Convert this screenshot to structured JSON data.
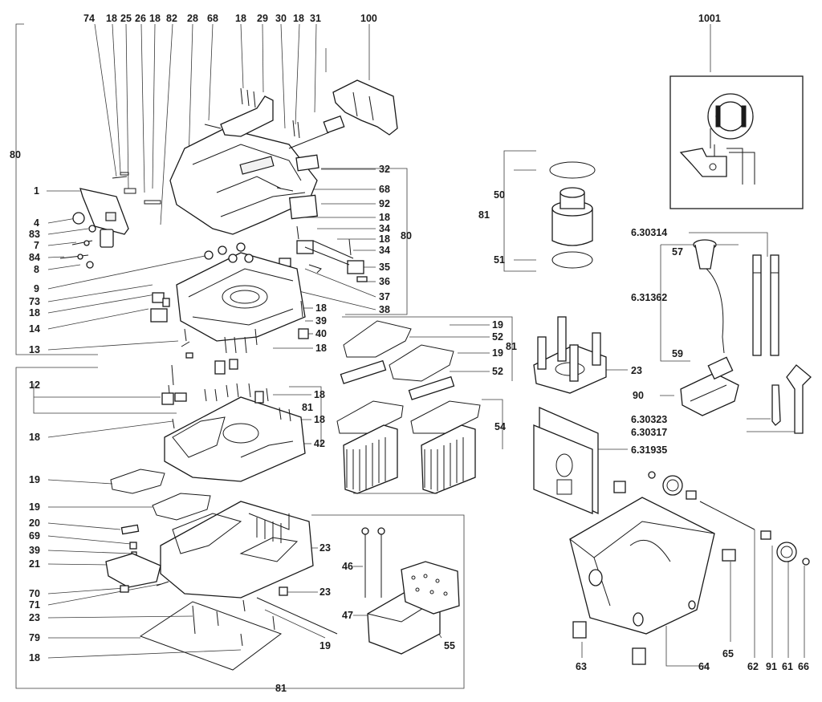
{
  "labels": {
    "l74": "74",
    "l18a": "18",
    "l25": "25",
    "l26": "26",
    "l18b": "18",
    "l82": "82",
    "l28": "28",
    "l68a": "68",
    "l18c": "18",
    "l29": "29",
    "l30": "30",
    "l18d": "18",
    "l31": "31",
    "l100": "100",
    "l1001": "1001",
    "l80a": "80",
    "l1": "1",
    "l4": "4",
    "l83": "83",
    "l7": "7",
    "l84": "84",
    "l8": "8",
    "l9": "9",
    "l73": "73",
    "l18e": "18",
    "l14": "14",
    "l13": "13",
    "l32": "32",
    "l68b": "68",
    "l92": "92",
    "l18f": "18",
    "l34a": "34",
    "l18g": "18",
    "l34b": "34",
    "l80b": "80",
    "l35": "35",
    "l36": "36",
    "l37": "37",
    "l38": "38",
    "l18h": "18",
    "l39a": "39",
    "l40": "40",
    "l18i": "18",
    "l50": "50",
    "l81a": "81",
    "l51": "51",
    "l630314": "6.30314",
    "l57": "57",
    "l631362": "6.31362",
    "l59": "59",
    "l90": "90",
    "l19a": "19",
    "l52a": "52",
    "l81b": "81",
    "l19b": "19",
    "l52b": "52",
    "l23a": "23",
    "l12": "12",
    "l18j": "18",
    "l81c": "81",
    "l18k": "18",
    "l18l": "18",
    "l42": "42",
    "l54": "54",
    "l630323": "6.30323",
    "l630317": "6.30317",
    "l631935": "6.31935",
    "l19c": "19",
    "l19d": "19",
    "l20": "20",
    "l69": "69",
    "l39b": "39",
    "l21": "21",
    "l23b": "23",
    "l46": "46",
    "l70": "70",
    "l71": "71",
    "l23c": "23",
    "l23d": "23",
    "l47": "47",
    "l79": "79",
    "l19e": "19",
    "l55": "55",
    "l18m": "18",
    "l81d": "81",
    "l65": "65",
    "l63": "63",
    "l64": "64",
    "l62": "62",
    "l91": "91",
    "l61": "61",
    "l66": "66"
  }
}
